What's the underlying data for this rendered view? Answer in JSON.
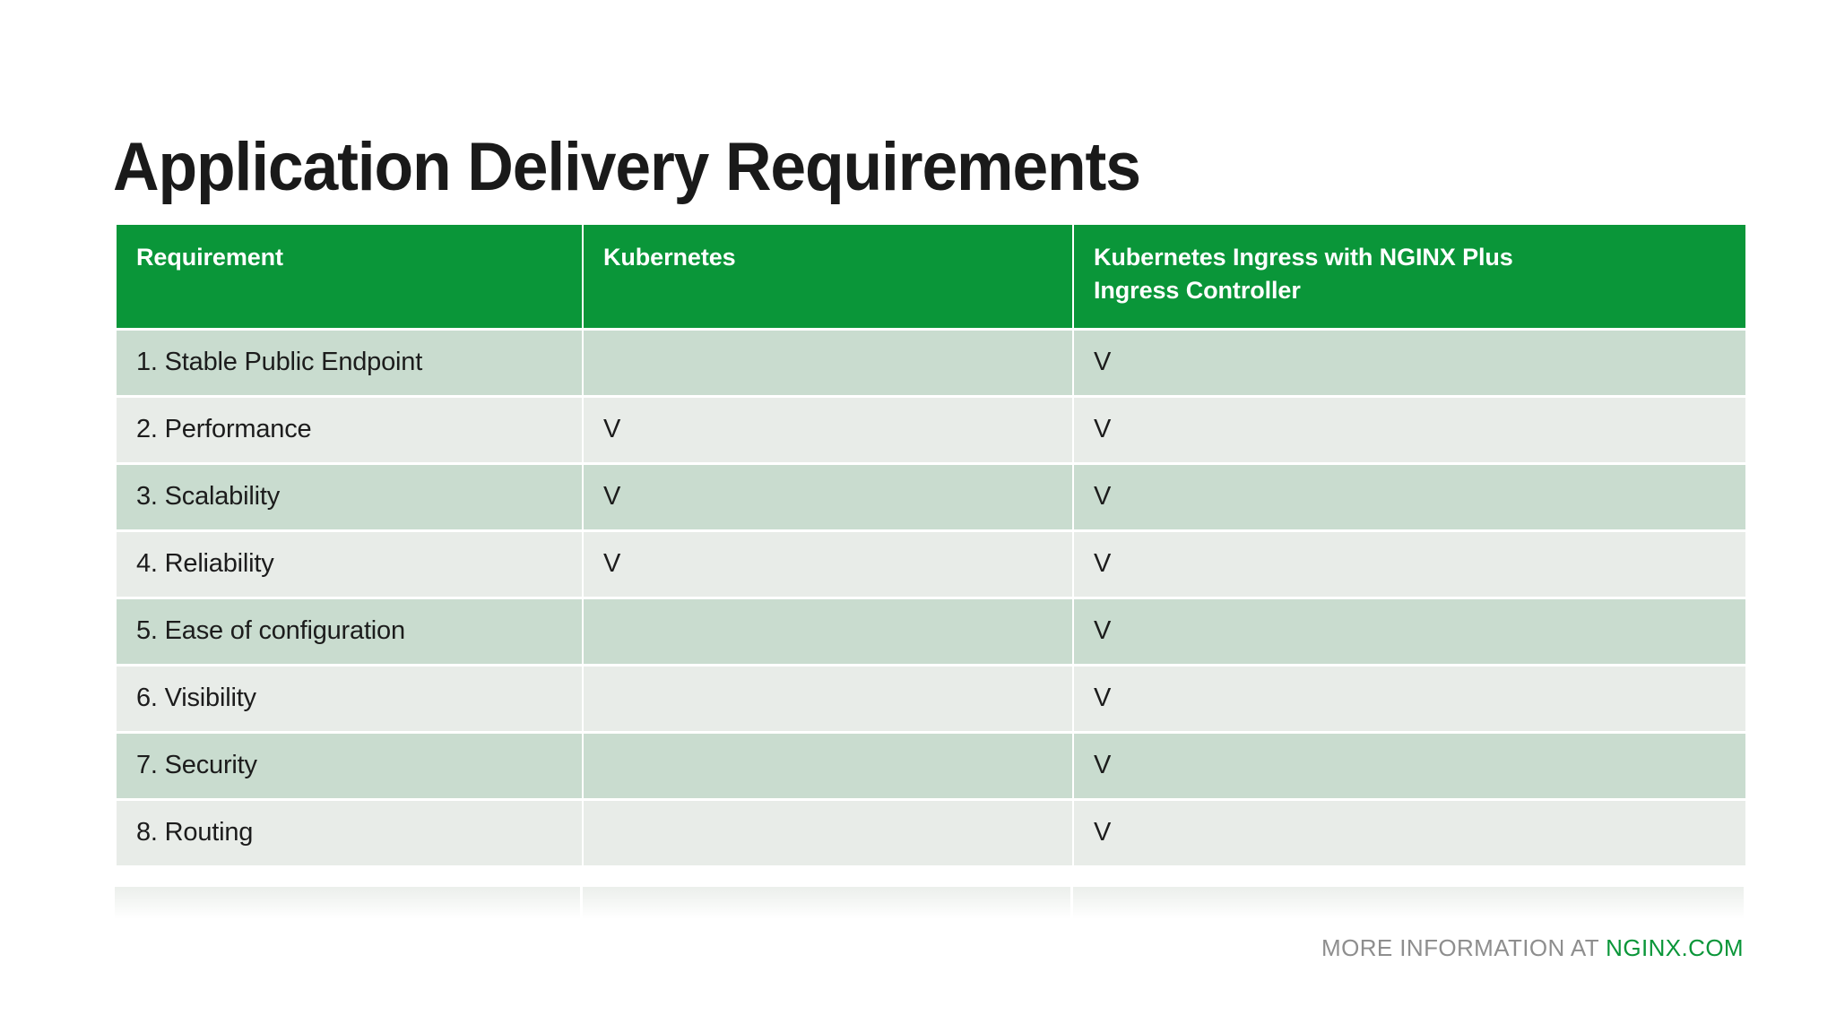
{
  "slide": {
    "title": "Application Delivery Requirements",
    "background_color": "#ffffff"
  },
  "colors": {
    "header_green": "#0a9639",
    "row_dark": "#c9dccf",
    "row_light": "#e8ece8",
    "title_text": "#1a1a1a",
    "body_text": "#1c1c1c",
    "footer_muted": "#8e8e8e",
    "brand_green": "#0a9639"
  },
  "table": {
    "columns": [
      {
        "key": "requirement",
        "label": "Requirement"
      },
      {
        "key": "kubernetes",
        "label": "Kubernetes"
      },
      {
        "key": "nginx_plus",
        "label": "Kubernetes Ingress with NGINX Plus Ingress Controller",
        "label_line1": "Kubernetes Ingress with NGINX Plus",
        "label_line2": "Ingress Controller"
      }
    ],
    "check_mark": "V",
    "rows": [
      {
        "requirement": "1. Stable Public Endpoint",
        "kubernetes": "",
        "nginx_plus": "V"
      },
      {
        "requirement": "2. Performance",
        "kubernetes": "V",
        "nginx_plus": "V"
      },
      {
        "requirement": "3. Scalability",
        "kubernetes": "V",
        "nginx_plus": "V"
      },
      {
        "requirement": "4. Reliability",
        "kubernetes": "V",
        "nginx_plus": "V"
      },
      {
        "requirement": "5. Ease of configuration",
        "kubernetes": "",
        "nginx_plus": "V"
      },
      {
        "requirement": "6. Visibility",
        "kubernetes": "",
        "nginx_plus": "V"
      },
      {
        "requirement": "7. Security",
        "kubernetes": "",
        "nginx_plus": "V"
      },
      {
        "requirement": "8. Routing",
        "kubernetes": "",
        "nginx_plus": "V"
      }
    ]
  },
  "footer": {
    "more_text": "MORE INFORMATION AT",
    "brand_text": "NGINX.COM"
  }
}
